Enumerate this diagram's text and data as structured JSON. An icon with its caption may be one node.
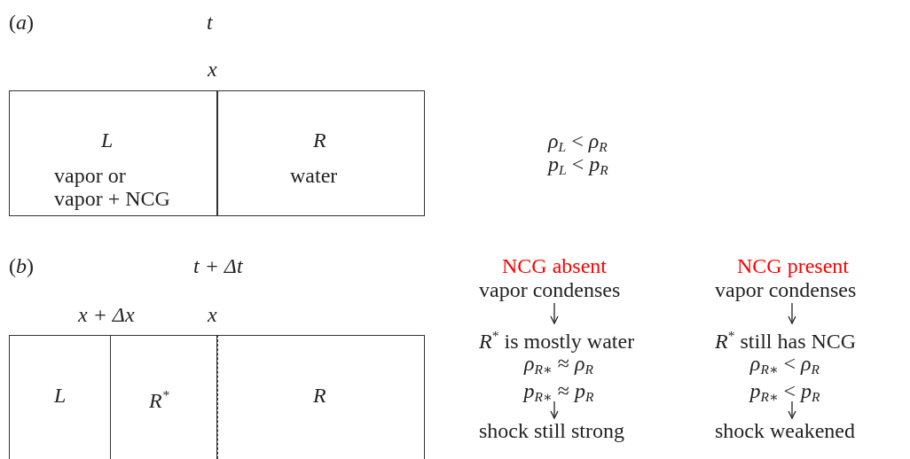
{
  "diagram": {
    "nodes": [
      {
        "text": [
          "L",
          "vapor or vapor + NCG"
        ]
      },
      {
        "text": [
          "R",
          "water"
        ]
      },
      {
        "text": [
          "L"
        ]
      },
      {
        "text": [
          "R$^{*}$"
        ]
      },
      {
        "text": [
          "R"
        ]
      },
      {
        "text": [
          "vapor condenses"
        ]
      },
      {
        "text": [
          "*R*$^{*}$ is mostly water",
          "*ρ*$_{R∗}$ ≈ *ρ*$_{R}$ *p*$_{R∗}$ ≈ *p*$_{R}$"
        ]
      },
      {
        "text": [
          "shock still strong"
        ]
      },
      {
        "text": [
          "vapor condenses"
        ]
      },
      {
        "text": [
          "*R*$^{*}$ still has NCG",
          "*ρ*$_{R∗}$ < *ρ*$_{R}$ *p*$_{R∗}$ < *p*$_{R}$"
        ]
      },
      {
        "text": [
          "shock weakened"
        ]
      }
    ],
    "edges": [
      {
        "from": 5,
        "to": 6,
        "arrow": "to"
      },
      {
        "from": 6,
        "to": 7,
        "arrow": "to"
      },
      {
        "from": 8,
        "to": 9,
        "arrow": "to"
      },
      {
        "from": 9,
        "to": 10,
        "arrow": "to"
      }
    ],
    "labels": [
      "(*a*)",
      "t",
      "x",
      "*ρ*$_{L}$ < *ρ*$_{R}$",
      "*p*$_{L}$ < *p*$_{R}$",
      "(*b*)",
      "t + Δt",
      "x + Δx",
      "x",
      "NCG absent",
      "NCG present"
    ]
  }
}
